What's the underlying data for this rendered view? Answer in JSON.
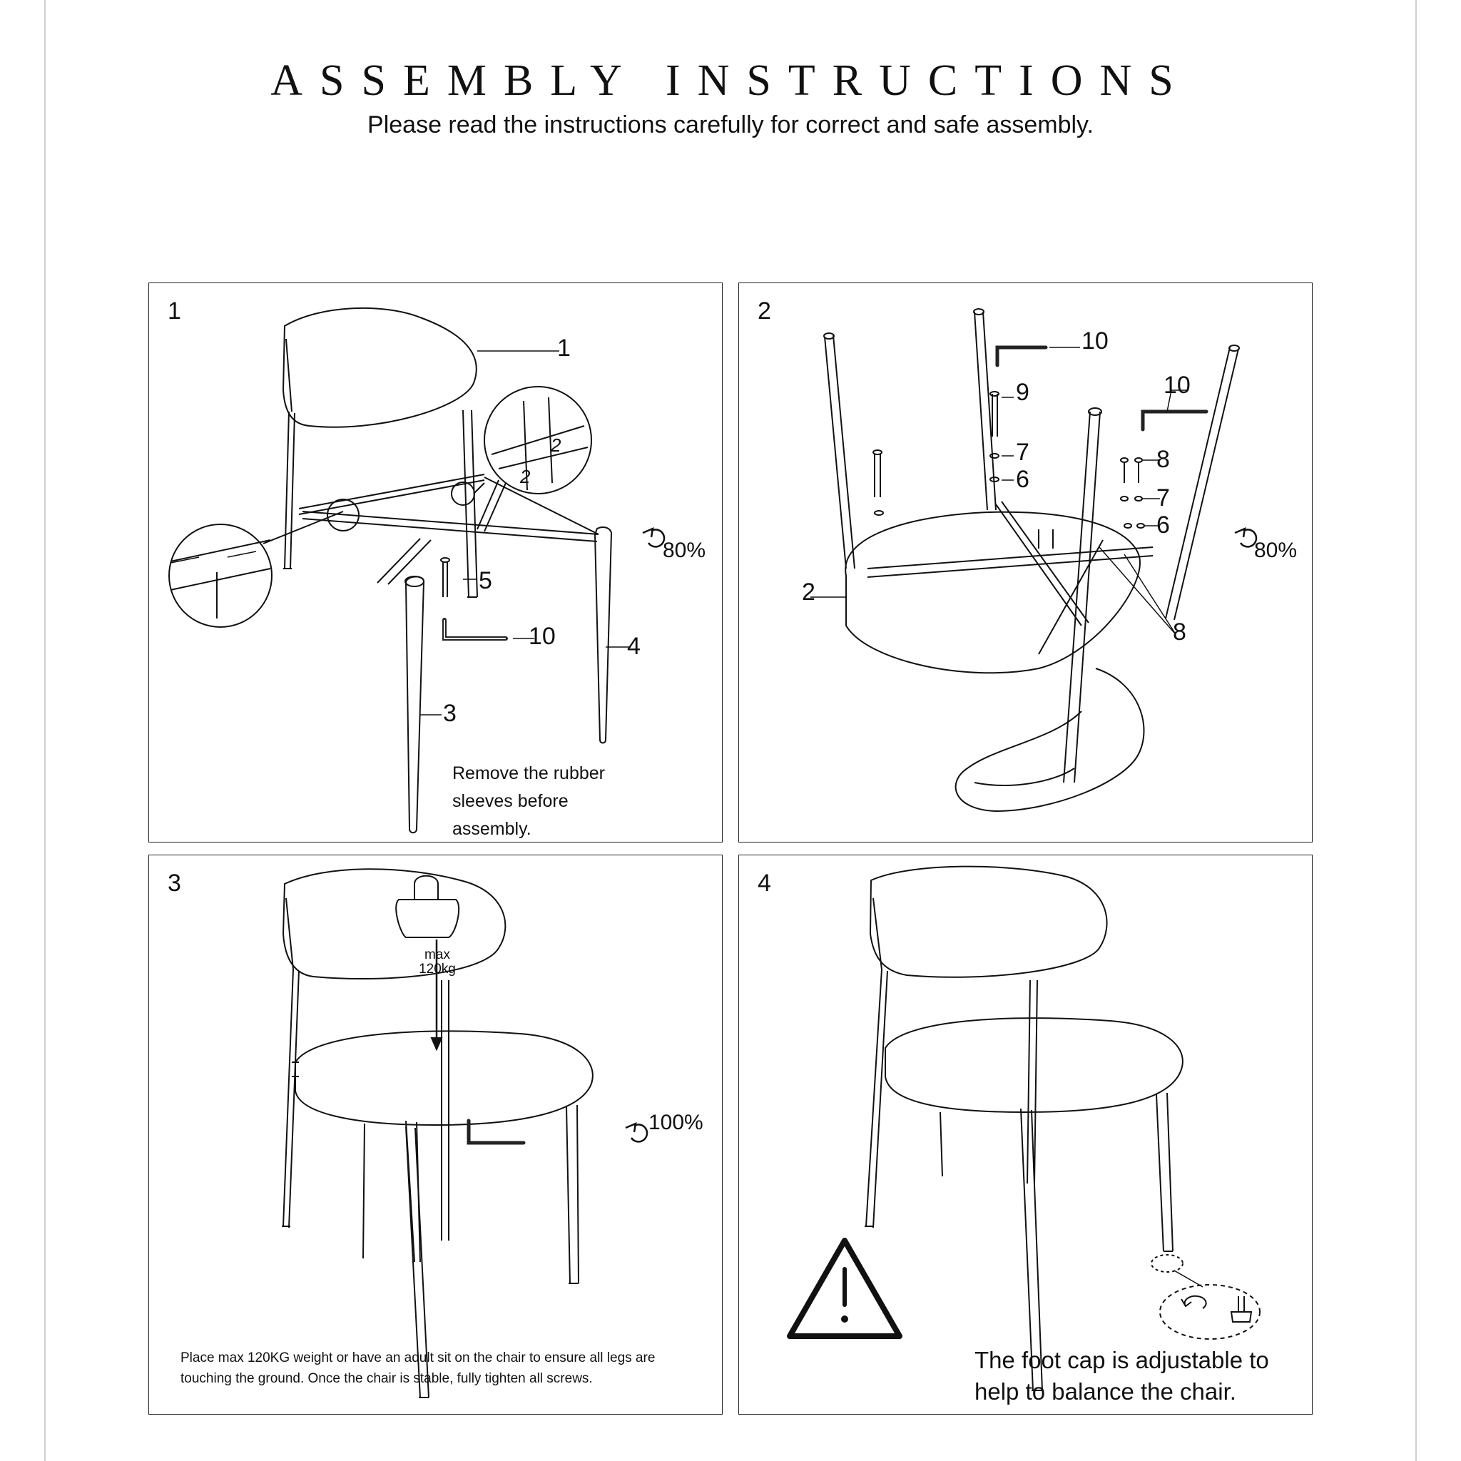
{
  "header": {
    "title": "ASSEMBLY INSTRUCTIONS",
    "subtitle": "Please read the instructions carefully for correct and safe assembly."
  },
  "steps": [
    {
      "number": "1",
      "part_labels": [
        "1",
        "2",
        "2",
        "5",
        "10",
        "4",
        "3"
      ],
      "tighten": "80%",
      "note": "Remove the rubber sleeves before assembly."
    },
    {
      "number": "2",
      "part_labels": [
        "10",
        "9",
        "10",
        "7",
        "8",
        "6",
        "7",
        "6",
        "2",
        "8"
      ],
      "tighten": "80%"
    },
    {
      "number": "3",
      "weight_label": [
        "max",
        "120kg"
      ],
      "tighten": "100%",
      "note": "Place max 120KG weight or have an adult sit on the chair to ensure all legs are touching the ground. Once the chair is stable, fully tighten all screws."
    },
    {
      "number": "4",
      "warning_icon": "warning-triangle-icon",
      "note": "The foot cap is adjustable to help to balance the chair."
    }
  ]
}
